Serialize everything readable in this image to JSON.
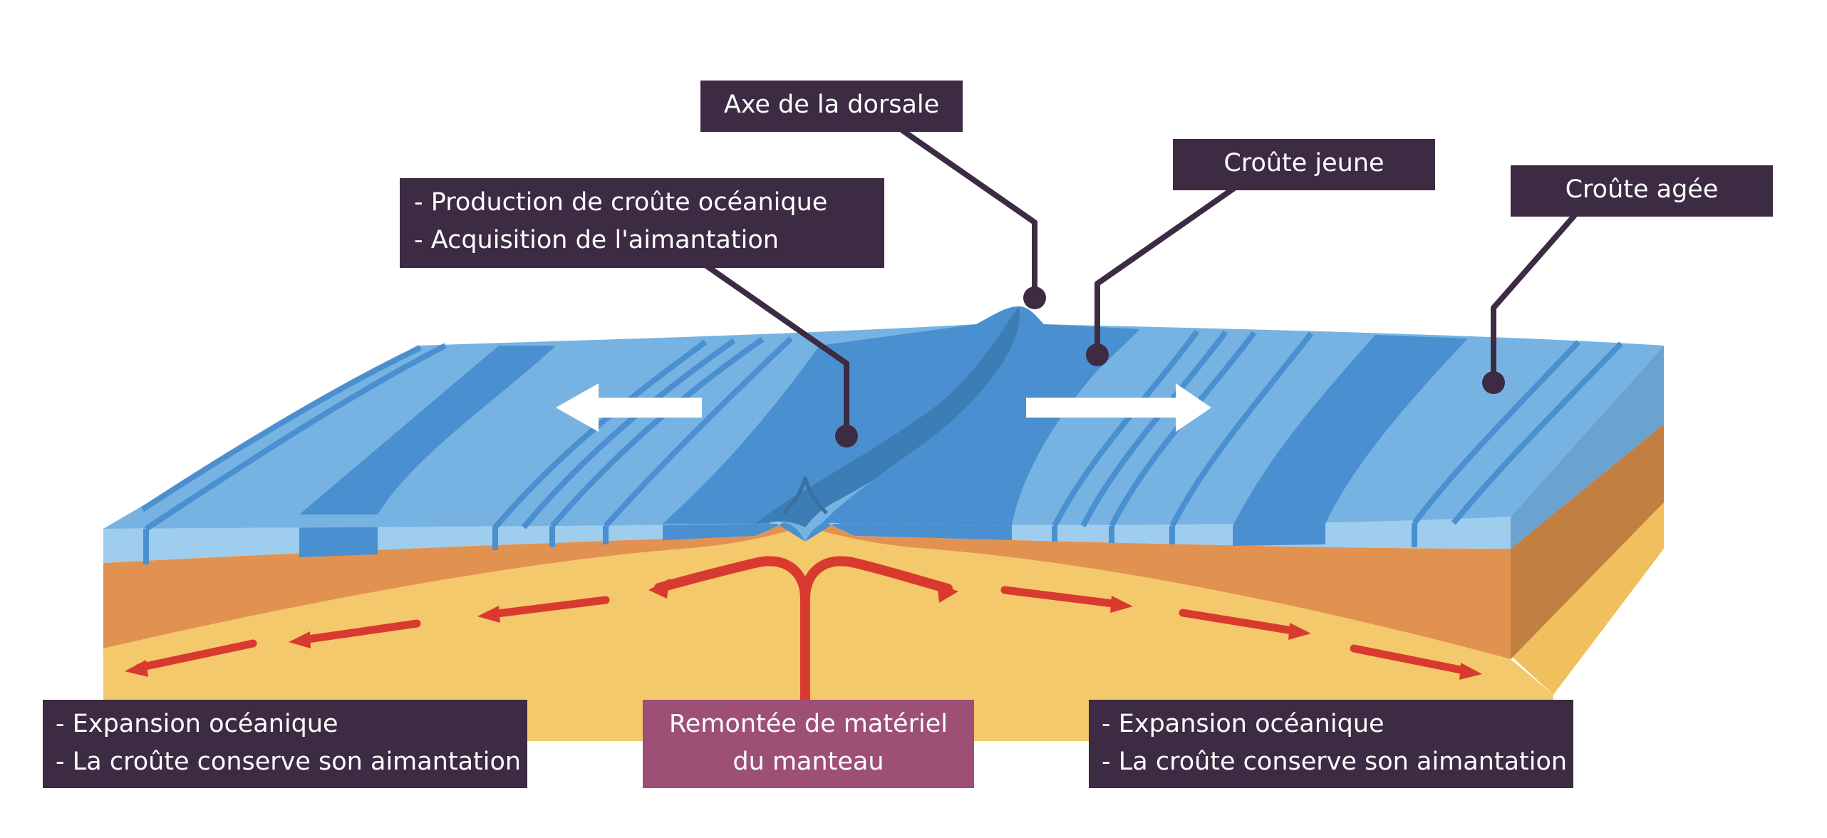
{
  "labels": {
    "axe": "Axe de la dorsale",
    "jeune": "Croûte jeune",
    "agee": "Croûte agée",
    "production": {
      "line1": "- Production de croûte océanique",
      "line2": "- Acquisition de l'aimantation"
    },
    "expansion_left": {
      "line1": "- Expansion océanique",
      "line2": "- La croûte conserve son aimantation"
    },
    "expansion_right": {
      "line1": "- Expansion océanique",
      "line2": "- La croûte conserve son aimantation"
    },
    "remontee": {
      "line1": "Remontée de matériel",
      "line2": "du manteau"
    }
  },
  "colors": {
    "label_dark": "#3c2b42",
    "label_mauve": "#9d4f76",
    "ocean_light": "#76b3e2",
    "ocean_dark": "#4a90d0",
    "ocean_face": "#9fcdee",
    "lithosphere": "#e29250",
    "lithosphere_side": "#c27f42",
    "asthenosphere": "#f4c96b",
    "asthenosphere_side": "#efc05d",
    "magma": "#d93a2f",
    "arrow_white": "#ffffff"
  }
}
